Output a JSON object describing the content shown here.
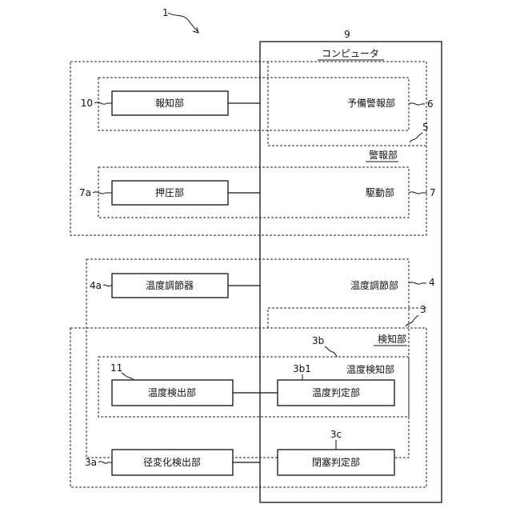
{
  "diagram": {
    "ref_system": "1",
    "computer": {
      "ref": "9",
      "label": "コンピュータ"
    },
    "alarm_unit": {
      "ref": "5",
      "label": "警報部"
    },
    "preliminary_alarm": {
      "ref": "6",
      "label": "予備警報部"
    },
    "notification": {
      "ref": "10",
      "label": "報知部"
    },
    "drive": {
      "ref": "7",
      "label": "駆動部"
    },
    "pressing": {
      "ref": "7a",
      "label": "押圧部"
    },
    "temp_control_unit": {
      "ref": "4",
      "label": "温度調節部"
    },
    "temp_regulator": {
      "ref": "4a",
      "label": "温度調節器"
    },
    "detection_unit": {
      "ref": "3",
      "label": "検知部"
    },
    "temp_detection_unit": {
      "ref": "3b",
      "label": "温度検知部"
    },
    "temp_judgment": {
      "ref": "3b1",
      "label": "温度判定部"
    },
    "temp_sensor": {
      "ref": "11",
      "label": "温度検出部"
    },
    "blockage_judgment": {
      "ref": "3c",
      "label": "閉塞判定部"
    },
    "diameter_sensor": {
      "ref": "3a",
      "label": "径変化検出部"
    }
  }
}
